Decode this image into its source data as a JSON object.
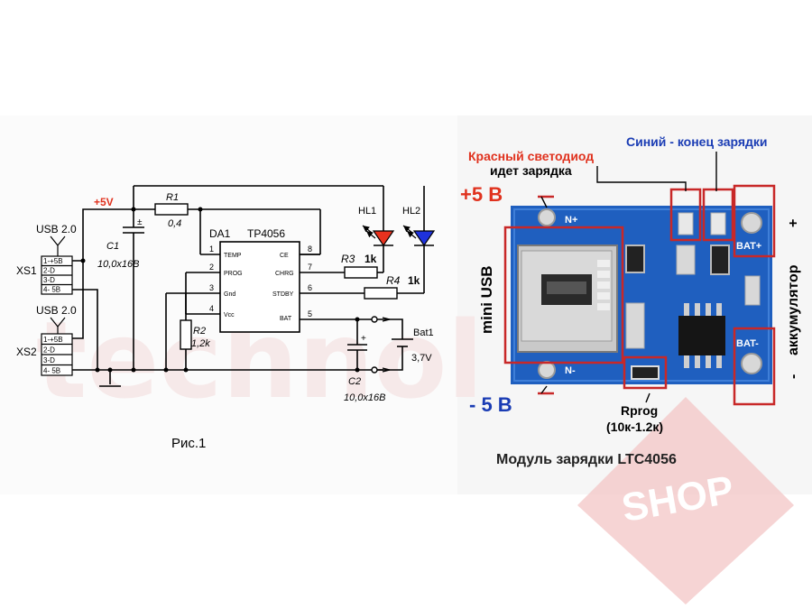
{
  "schematic": {
    "usb1_label": "USB 2.0",
    "usb2_label": "USB 2.0",
    "xs1": "XS1",
    "xs2": "XS2",
    "pins": [
      "1-+5В",
      "2-D",
      "3-D",
      "4- 5В"
    ],
    "plus5v": "+5V",
    "r1_name": "R1",
    "r1_value": "0,4",
    "c1_name": "C1",
    "c1_value": "10,0x16В",
    "c1_pol": "±",
    "da1": "DA1",
    "ic_name": "TP4056",
    "ic_left_pins": [
      {
        "num": "1",
        "name": "TEMP"
      },
      {
        "num": "2",
        "name": "PROG"
      },
      {
        "num": "3",
        "name": "Gnd"
      },
      {
        "num": "4",
        "name": "Vcc"
      }
    ],
    "ic_right_pins": [
      {
        "num": "8",
        "name": "CE"
      },
      {
        "num": "7",
        "name": "CHRG"
      },
      {
        "num": "6",
        "name": "STDBY"
      },
      {
        "num": "5",
        "name": "BAT"
      }
    ],
    "r2_name": "R2",
    "r2_value": "1,2k",
    "r3_label": "R3",
    "r3_value": "1k",
    "r4_label": "R4",
    "r4_value": "1k",
    "hl1": "HL1",
    "hl2": "HL2",
    "bat_name": "Bat1",
    "bat_value": "3,7V",
    "c2_name": "C2",
    "c2_value": "10,0x16В",
    "c2_pol": "+",
    "caption": "Рис.1"
  },
  "module": {
    "red_led_line1": "Красный светодиод",
    "red_led_line2": "идет зарядка",
    "blue_led": "Синий - конец зарядки",
    "plus5": "+5 В",
    "minus5": "- 5 В",
    "mini_usb": "mini USB",
    "rprog_line1": "Rprog",
    "rprog_line2": "(10к-1.2к)",
    "battery_plus": "+",
    "battery_word": "аккумулятор",
    "battery_minus": "-",
    "pcb_n_plus": "N+",
    "pcb_n_minus": "N-",
    "pcb_bat_plus": "BAT+",
    "pcb_bat_minus": "BAT-",
    "caption": "Модуль зарядки  LTC4056"
  },
  "watermark": {
    "text": "SHOP"
  },
  "colors": {
    "callout_red": "#e0321e",
    "callout_blue": "#1a3cb4",
    "pcb_blue": "#1f5fbf",
    "led_red": "#e8321e",
    "led_blue": "#1e32dc",
    "watermark": "#f2c8c8"
  }
}
